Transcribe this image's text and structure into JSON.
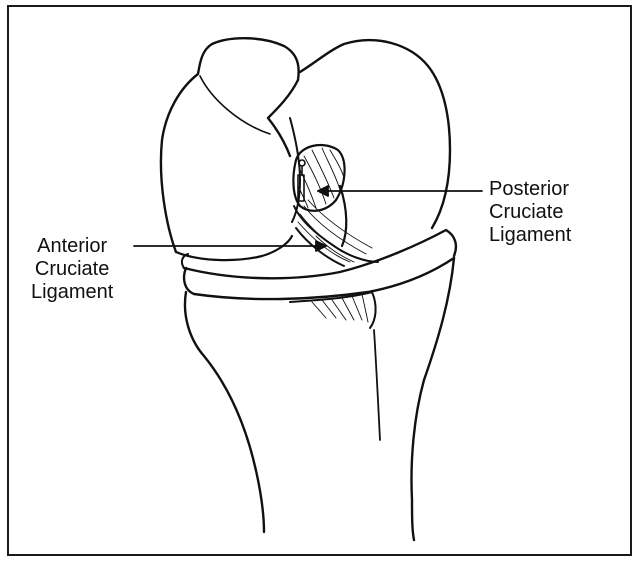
{
  "figure": {
    "labels": {
      "posterior": [
        "Posterior",
        "Cruciate",
        "Ligament"
      ],
      "anterior": [
        "Anterior",
        "Cruciate",
        "Ligament"
      ]
    },
    "colors": {
      "ink": "#111111",
      "background": "#ffffff"
    }
  }
}
